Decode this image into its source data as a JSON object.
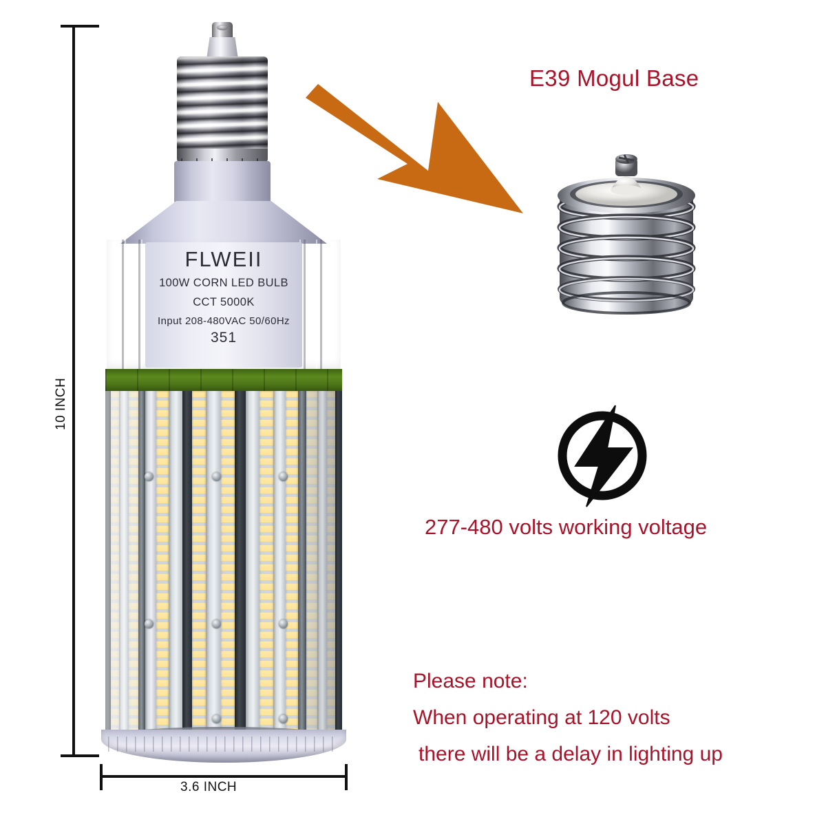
{
  "image": {
    "type": "product-infographic",
    "background": "#ffffff",
    "accent_red": "#a8132a",
    "accent_orange": "#c86a14",
    "band_green": "#4d7618"
  },
  "dimensions": {
    "height_label": "10 INCH",
    "width_label": "3.6 INCH"
  },
  "bulb": {
    "brand": "FLWEII",
    "spec_line_1": "100W CORN LED BULB",
    "spec_line_2": "CCT 5000K",
    "spec_line_3": "Input 208-480VAC 50/60Hz",
    "serial": "351"
  },
  "callouts": {
    "base_title": "E39 Mogul Base",
    "voltage_text": "277-480 volts working voltage",
    "note_line_1": "Please note:",
    "note_line_2": "When operating at 120 volts",
    "note_line_3": "there will be a delay in lighting up"
  },
  "icons": {
    "arrow": "arrow-down-right-icon",
    "bolt": "lightning-bolt-in-circle-icon",
    "mogul_base": "e39-mogul-base-photo"
  }
}
